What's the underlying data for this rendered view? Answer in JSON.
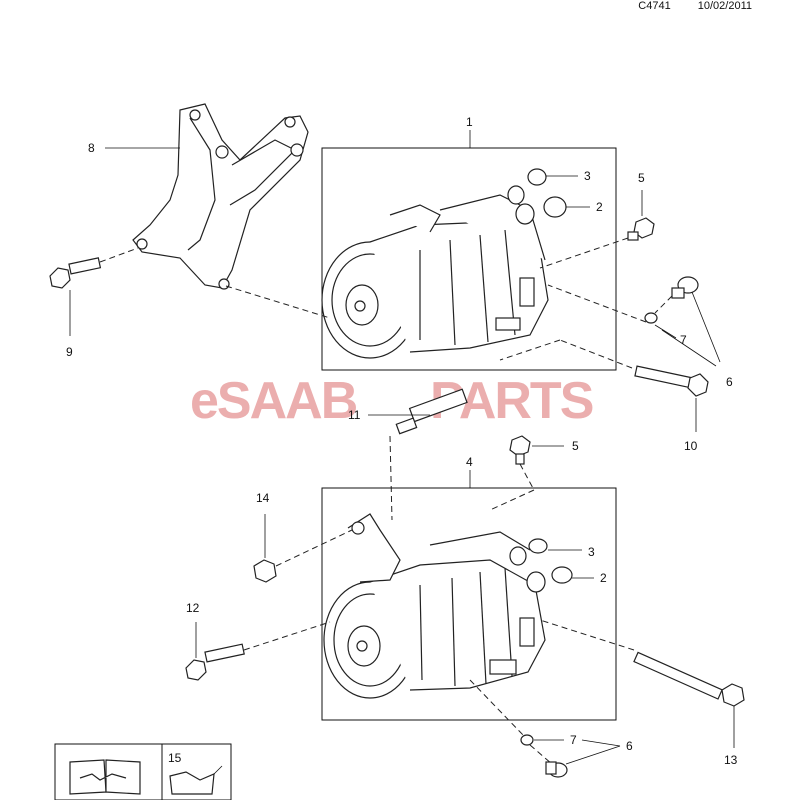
{
  "header": {
    "code": "C4741",
    "date": "10/02/2011"
  },
  "watermark": {
    "text_left": "eSAAB",
    "text_right": "PARTS",
    "color": "#e8a0a0"
  },
  "callouts": {
    "c1": "1",
    "c2a": "2",
    "c3a": "3",
    "c5a": "5",
    "c6a": "6",
    "c7a": "7",
    "c8": "8",
    "c9": "9",
    "c10": "10",
    "c11": "11",
    "c4": "4",
    "c5b": "5",
    "c3b": "3",
    "c2b": "2",
    "c14": "14",
    "c12": "12",
    "c7b": "7",
    "c6b": "6",
    "c13": "13",
    "c15": "15"
  },
  "icons": [
    "manual-icon",
    "oil-can-icon",
    "bracket-part",
    "compressor-part",
    "bolt-part",
    "nut-part",
    "o-ring-part"
  ]
}
